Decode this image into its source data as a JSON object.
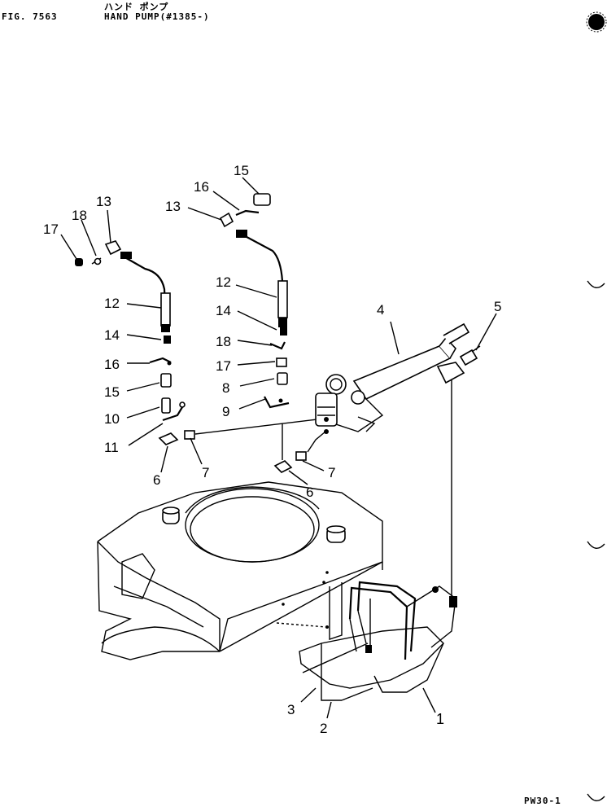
{
  "header": {
    "fig_label": "FIG. 7563",
    "title_jp": "ハンド ポンプ",
    "title_en": "HAND PUMP(#1385-)"
  },
  "footer": {
    "page_code": "PW30-1"
  },
  "callouts": {
    "c1": "1",
    "c2": "2",
    "c3": "3",
    "c4": "4",
    "c5": "5",
    "c6a": "6",
    "c6b": "6",
    "c7a": "7",
    "c7b": "7",
    "c8": "8",
    "c9": "9",
    "c10": "10",
    "c11": "11",
    "c12a": "12",
    "c12b": "12",
    "c13a": "13",
    "c13b": "13",
    "c14a": "14",
    "c14b": "14",
    "c15a": "15",
    "c15b": "15",
    "c16a": "16",
    "c16b": "16",
    "c17a": "17",
    "c17b": "17",
    "c18a": "18",
    "c18b": "18"
  }
}
